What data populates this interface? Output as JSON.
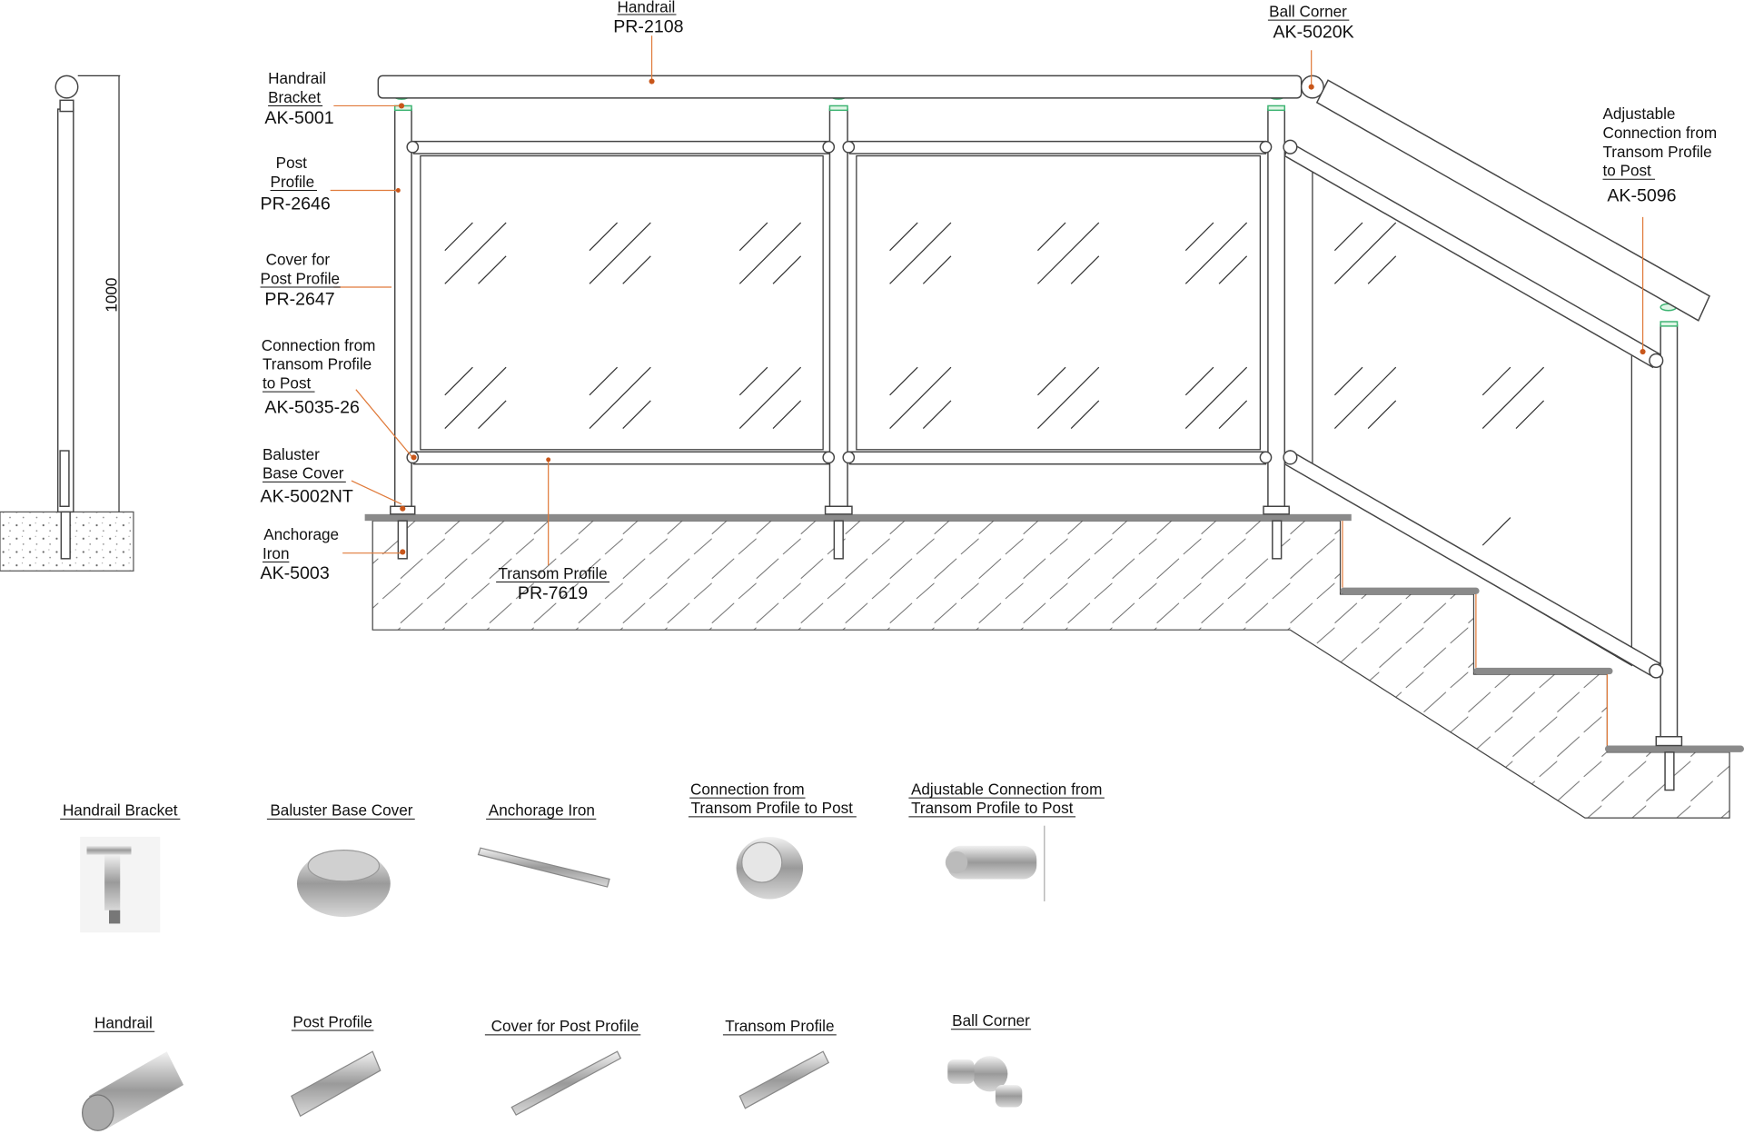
{
  "side_view": {
    "dimension": "1000"
  },
  "callouts": {
    "handrail": {
      "name": "Handrail",
      "code": "PR-2108"
    },
    "ball_corner": {
      "name": "Ball Corner",
      "code": "AK-5020K"
    },
    "handrail_bracket": {
      "name1": "Handrail",
      "name2": "Bracket",
      "code": "AK-5001"
    },
    "post_profile": {
      "name1": "Post",
      "name2": "Profile",
      "code": "PR-2646"
    },
    "cover_post": {
      "name1": "Cover for",
      "name2": "Post Profile",
      "code": "PR-2647"
    },
    "connection": {
      "name1": "Connection from",
      "name2": "Transom Profile",
      "name3": "to Post",
      "code": "AK-5035-26"
    },
    "baluster": {
      "name1": "Baluster",
      "name2": "Base Cover",
      "code": "AK-5002NT"
    },
    "anchorage": {
      "name1": "Anchorage",
      "name2": "Iron",
      "code": "AK-5003"
    },
    "transom": {
      "name": "Transom Profile",
      "code": "PR-7619"
    },
    "adjustable": {
      "name1": "Adjustable",
      "name2": "Connection from",
      "name3": "Transom Profile",
      "name4": "to Post",
      "code": "AK-5096"
    }
  },
  "catalog": {
    "row1": [
      "Handrail Bracket",
      "Baluster Base Cover",
      "Anchorage Iron"
    ],
    "connection": [
      "Connection from",
      "Transom Profile to Post"
    ],
    "adjustable": [
      "Adjustable Connection from",
      "Transom Profile to Post"
    ],
    "row2": [
      "Handrail",
      "Post Profile",
      "Cover for Post Profile",
      "Transom Profile",
      "Ball Corner"
    ]
  },
  "colors": {
    "leader": "#e07a3a",
    "bracket": "#3cb371"
  }
}
